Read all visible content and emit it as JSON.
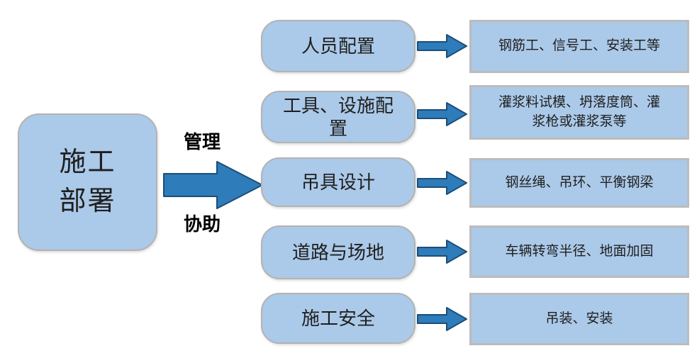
{
  "colors": {
    "background": "#ffffff",
    "box_fill": "#abc9e8",
    "box_border": "#b3b3b3",
    "detail_border": "#bcbcbc",
    "arrow_fill": "#2e7cb9",
    "arrow_stroke": "#1d4e79",
    "text": "#1f1f1f"
  },
  "root": {
    "label": "施工\n部署"
  },
  "edge_labels": {
    "top": "管理",
    "bottom": "协助"
  },
  "icons": {
    "big_arrow": "right-arrow-icon",
    "row_arrow": "right-arrow-icon"
  },
  "rows": [
    {
      "label": "人员配置",
      "detail": "钢筋工、信号工、安装工等"
    },
    {
      "label": "工具、设施配\n置",
      "detail": "灌浆料试模、坍落度筒、灌\n浆枪或灌浆泵等"
    },
    {
      "label": "吊具设计",
      "detail": "钢丝绳、吊环、平衡钢梁"
    },
    {
      "label": "道路与场地",
      "detail": "车辆转弯半径、地面加固"
    },
    {
      "label": "施工安全",
      "detail": "吊装、安装"
    }
  ]
}
